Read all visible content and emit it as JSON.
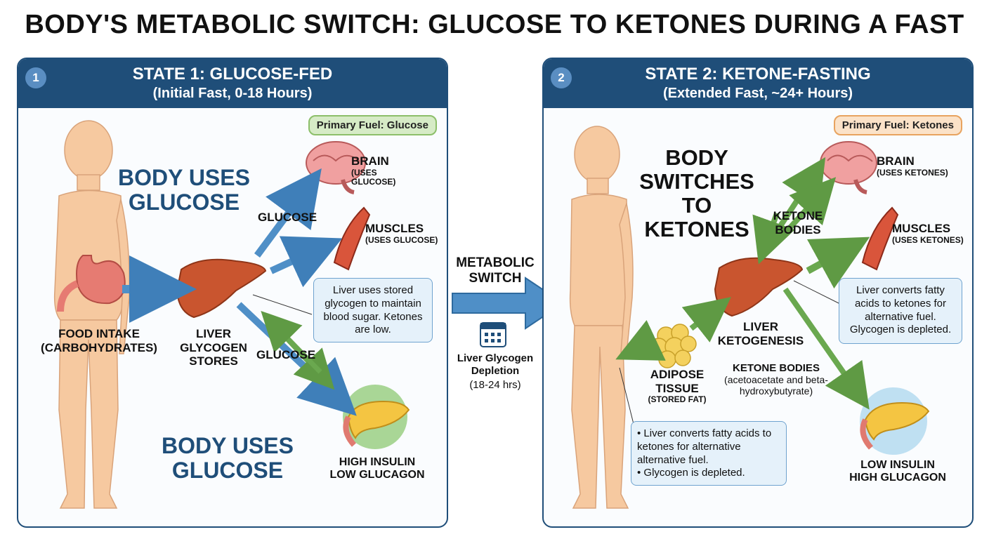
{
  "title": "BODY'S METABOLIC SWITCH: GLUCOSE TO KETONES DURING A FAST",
  "state1": {
    "number": "1",
    "title": "STATE 1: GLUCOSE-FED",
    "subtitle": "(Initial Fast, 0-18 Hours)",
    "fuel": "Primary Fuel: Glucose",
    "headline_top": "BODY USES GLUCOSE",
    "headline_bottom": "BODY USES GLUCOSE",
    "food_intake": "FOOD INTAKE",
    "food_intake_sub": "(CARBOHYDRATES)",
    "liver": "LIVER GLYCOGEN STORES",
    "brain": "BRAIN",
    "brain_sub": "(USES GLUCOSE)",
    "muscles": "MUSCLES",
    "muscles_sub": "(USES GLUCOSE)",
    "glucose_upper": "GLUCOSE",
    "glucose_lower": "GLUCOSE",
    "pancreas": "HIGH INSULIN LOW GLUCAGON",
    "note": "Liver uses stored glycogen to maintain blood sugar. Ketones are low."
  },
  "middle": {
    "switch_label": "METABOLIC SWITCH",
    "depletion": "Liver Glycogen Depletion",
    "depletion_time": "(18-24 hrs)"
  },
  "state2": {
    "number": "2",
    "title": "STATE 2: KETONE-FASTING",
    "subtitle": "(Extended Fast, ~24+ Hours)",
    "fuel": "Primary Fuel: Ketones",
    "headline": "BODY SWITCHES TO KETONES",
    "ketone_bodies_arrow": "KETONE BODIES",
    "brain": "BRAIN",
    "brain_sub": "(USES KETONES)",
    "muscles": "MUSCLES",
    "muscles_sub": "(USES KETONES)",
    "liver": "LIVER KETOGENESIS",
    "adipose": "ADIPOSE TISSUE",
    "adipose_sub": "(STORED FAT)",
    "ketone_bodies": "KETONE BODIES",
    "ketone_bodies_detail": "(acetoacetate and beta-hydroxybutyrate)",
    "pancreas": "LOW INSULIN HIGH GLUCAGON",
    "note_right": "Liver converts fatty acids to ketones for alternative fuel. Glycogen is depleted.",
    "note_bullet1": "• Liver converts fatty acids to ketones for alternative alternative fuel.",
    "note_bullet2": "• Glycogen is depleted."
  },
  "colors": {
    "header": "#1f4e79",
    "blue_arrow": "#4f8fc7",
    "green_arrow": "#6aa84f",
    "skin": "#f6c9a0",
    "liver": "#c9552f"
  }
}
